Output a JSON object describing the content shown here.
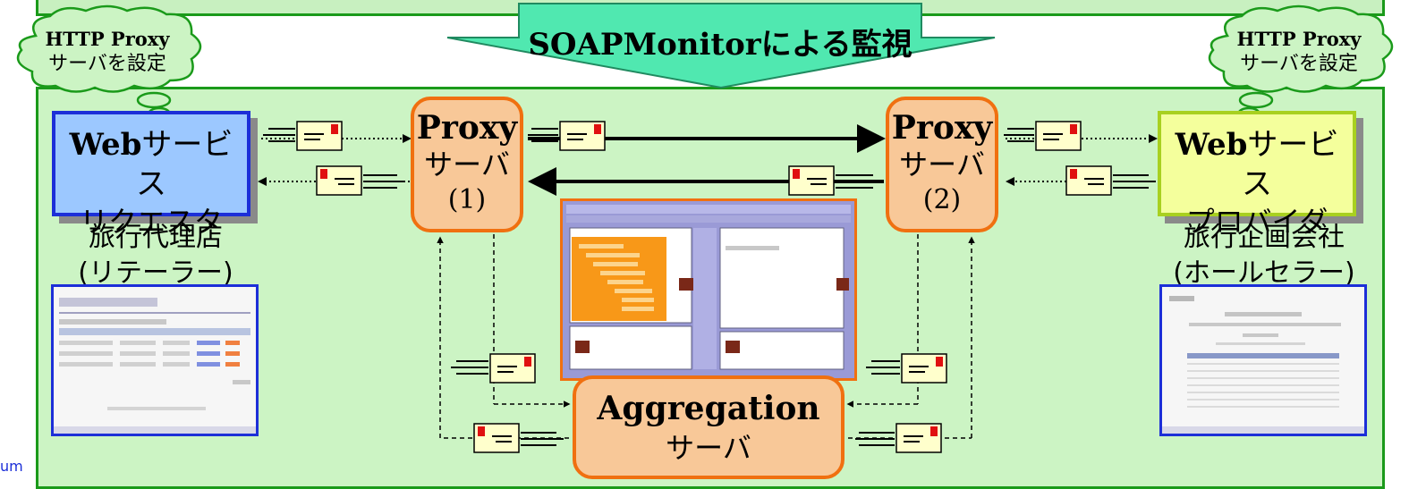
{
  "banner": {
    "label": "SOAPMonitorによる監視"
  },
  "clouds": [
    {
      "line1": "HTTP Proxy",
      "line2": "サーバを設定"
    },
    {
      "line1": "HTTP Proxy",
      "line2": "サーバを設定"
    }
  ],
  "requester": {
    "word": "Web",
    "line1_rest": "サービス",
    "line2": "リクエスタ",
    "caption1": "旅行代理店",
    "caption2": "(リテーラー)"
  },
  "provider": {
    "word": "Web",
    "line1_rest": "サービス",
    "line2": "プロバイダ",
    "caption1": "旅行企画会社",
    "caption2": "(ホールセラー)"
  },
  "proxy1": {
    "title": "Proxy",
    "sub": "サーバ",
    "num": "(1)"
  },
  "proxy2": {
    "title": "Proxy",
    "sub": "サーバ",
    "num": "(2)"
  },
  "aggregation": {
    "title": "Aggregation",
    "sub": "サーバ"
  },
  "footer": {
    "text": "um"
  },
  "colors": {
    "frame_green": "#1a9a1a",
    "panel_green": "#ccf4c4",
    "orange": "#f07010",
    "orange_fill": "#f8c898",
    "requester_blue": "#9cc8ff",
    "provider_yellow": "#f4ff9c"
  }
}
